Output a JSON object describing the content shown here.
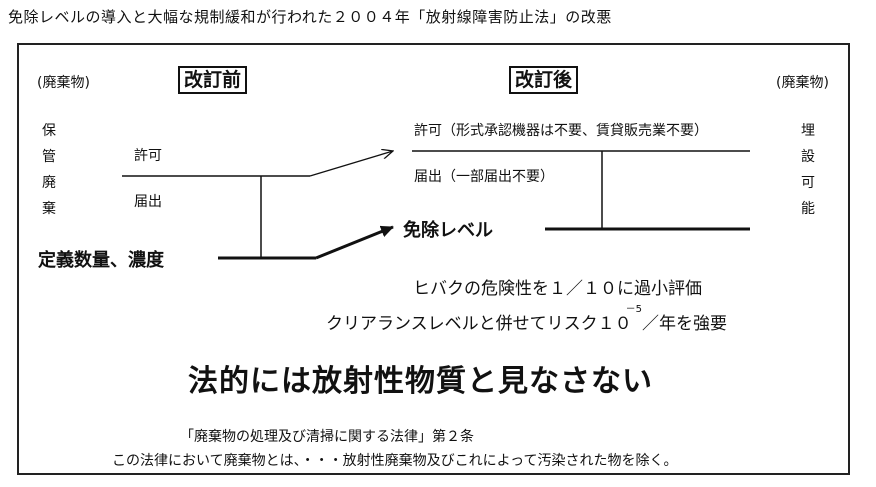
{
  "title": "免除レベルの導入と大幅な規制緩和が行われた２００４年「放射線障害防止法」の改悪",
  "before": {
    "heading": "改訂前",
    "waste_label": "(廃棄物)",
    "vertical": "保管廃棄",
    "permit": "許可",
    "notify": "届出",
    "threshold": "定義数量、濃度"
  },
  "after": {
    "heading": "改訂後",
    "waste_label": "(廃棄物)",
    "permit": "許可（形式承認機器は不要、賃貸販売業不要）",
    "notify": "届出（一部届出不要）",
    "vertical": "埋設可能",
    "exemption": "免除レベル"
  },
  "notes": {
    "hibaku": "ヒバクの危険性を１／１０に過小評価",
    "clearance_pre": "クリアランスレベルと併せてリスク１０",
    "clearance_exp": "－5",
    "clearance_post": "／年を強要",
    "main": "法的には放射性物質と見なさない",
    "law_title": "「廃棄物の処理及び清掃に関する法律」第２条",
    "law_text": "この法律において廃棄物とは、・・・放射性廃棄物及びこれによって汚染された物を除く。"
  }
}
